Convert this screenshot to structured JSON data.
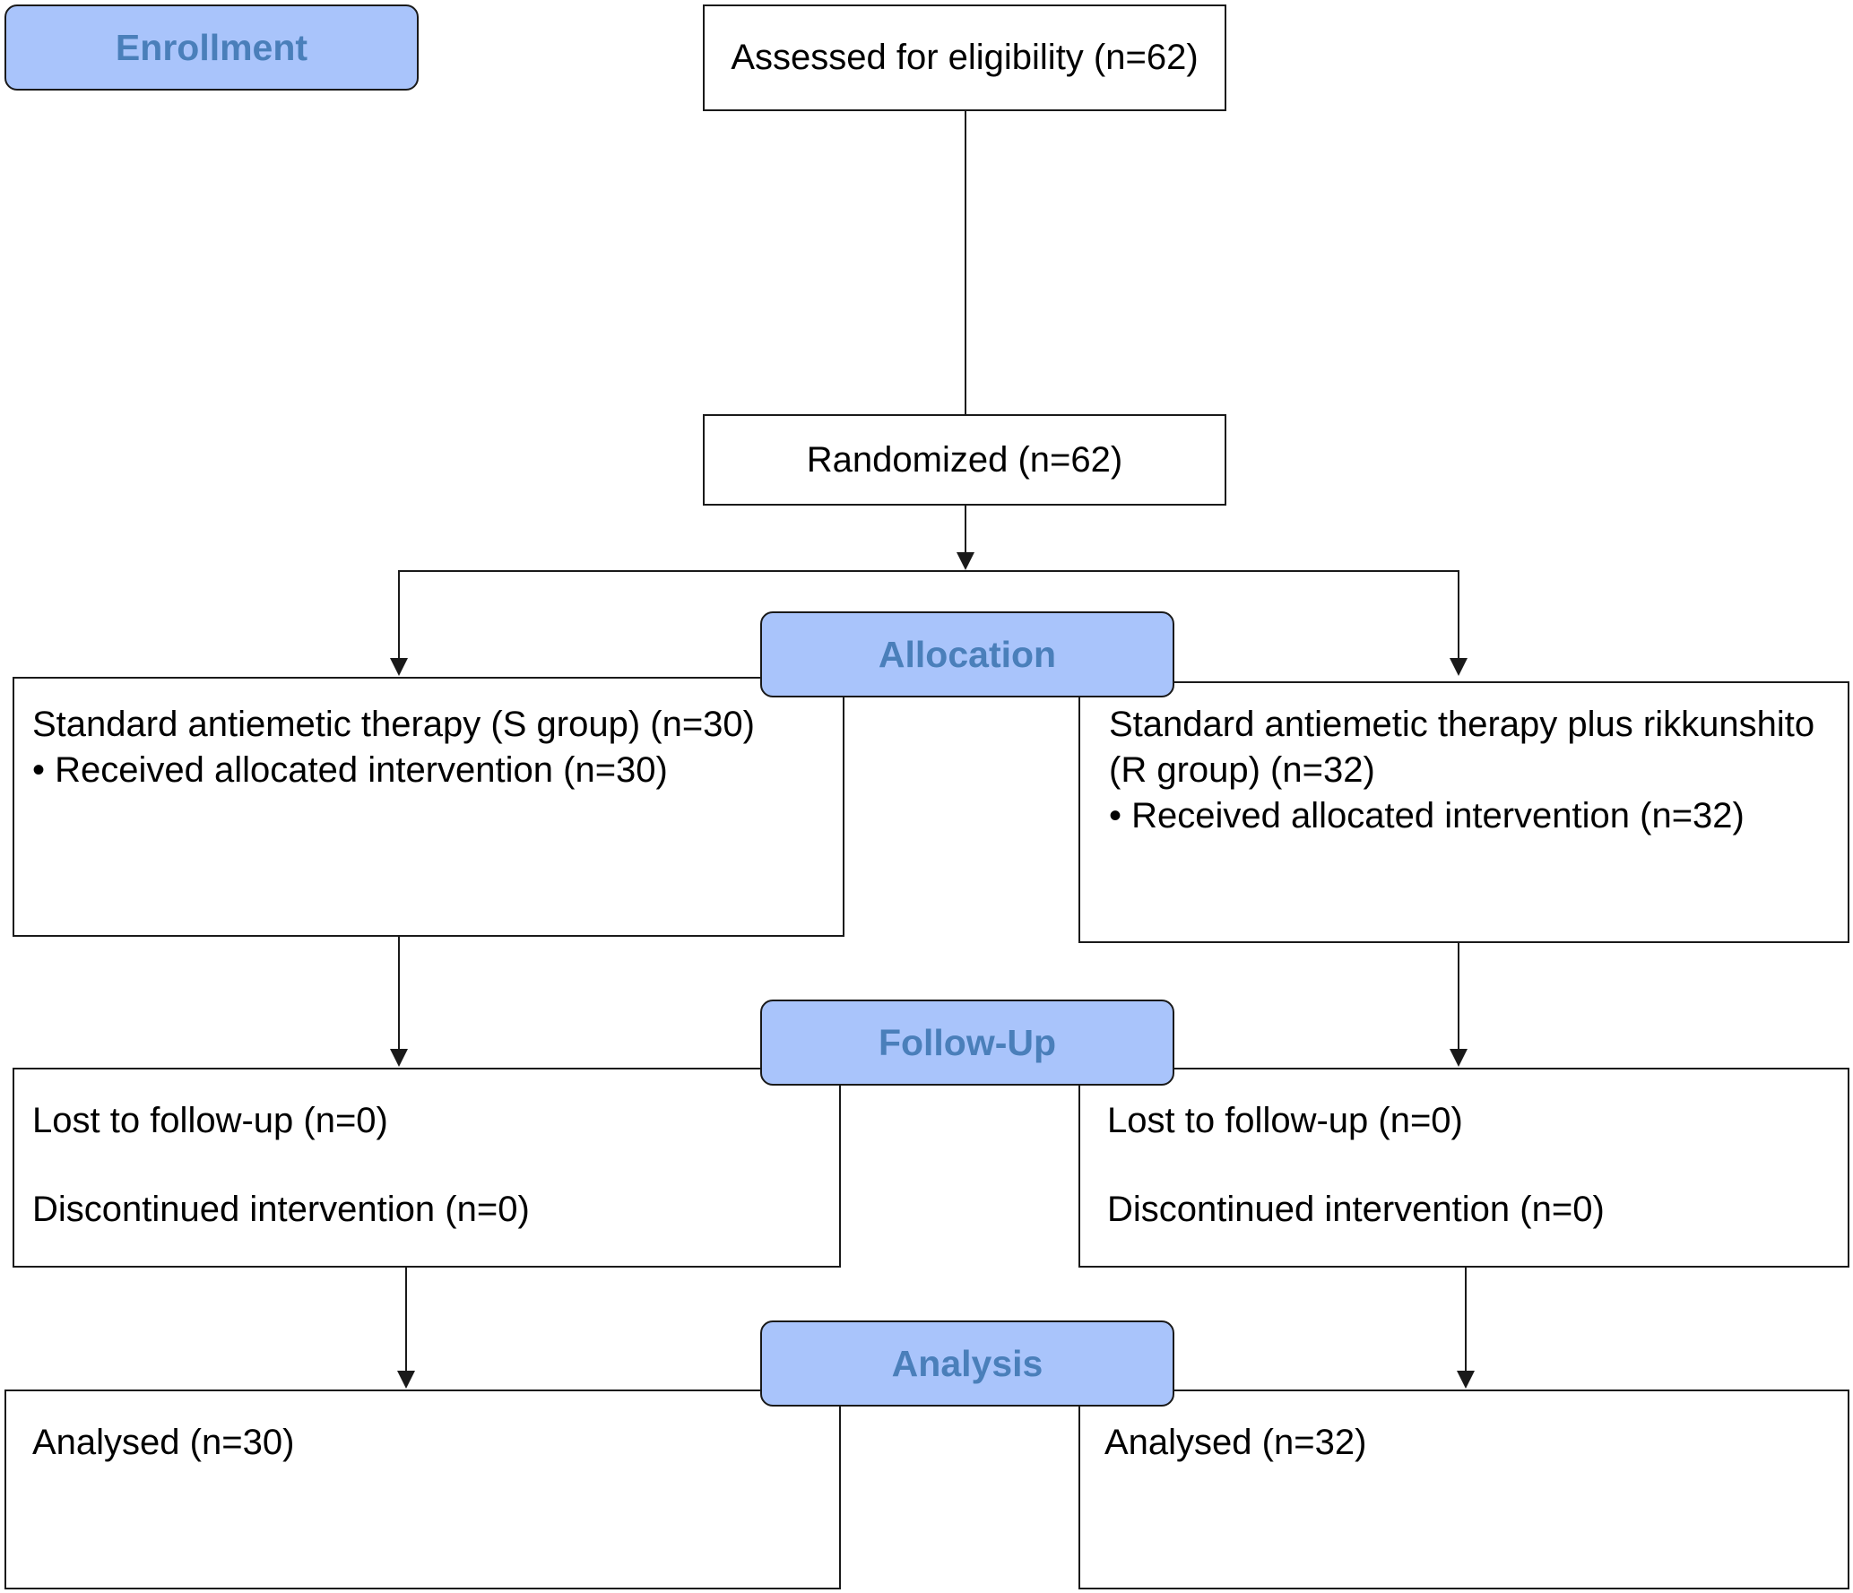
{
  "phases": {
    "enrollment": "Enrollment",
    "allocation": "Allocation",
    "follow_up": "Follow-Up",
    "analysis": "Analysis"
  },
  "enrollment": {
    "assessed": "Assessed for eligibility (n=62)",
    "randomized": "Randomized (n=62)"
  },
  "allocation": {
    "s_group": {
      "lines": [
        "Standard antiemetic therapy (S group) (n=30)",
        "• Received allocated intervention (n=30)"
      ]
    },
    "r_group": {
      "lines": [
        "Standard antiemetic therapy plus rikkunshito",
        "(R group) (n=32)",
        "• Received allocated intervention (n=32)"
      ]
    }
  },
  "follow_up": {
    "s_group": {
      "lost": "Lost to follow-up (n=0)",
      "discontinued": "Discontinued intervention (n=0)"
    },
    "r_group": {
      "lost": "Lost to follow-up (n=0)",
      "discontinued": "Discontinued intervention (n=0)"
    }
  },
  "analysis": {
    "s_group": "Analysed (n=30)",
    "r_group": "Analysed (n=32)"
  },
  "colors": {
    "phase_fill": "#a9c4fb",
    "phase_text": "#4a7fba",
    "line": "#1a1a1a"
  }
}
